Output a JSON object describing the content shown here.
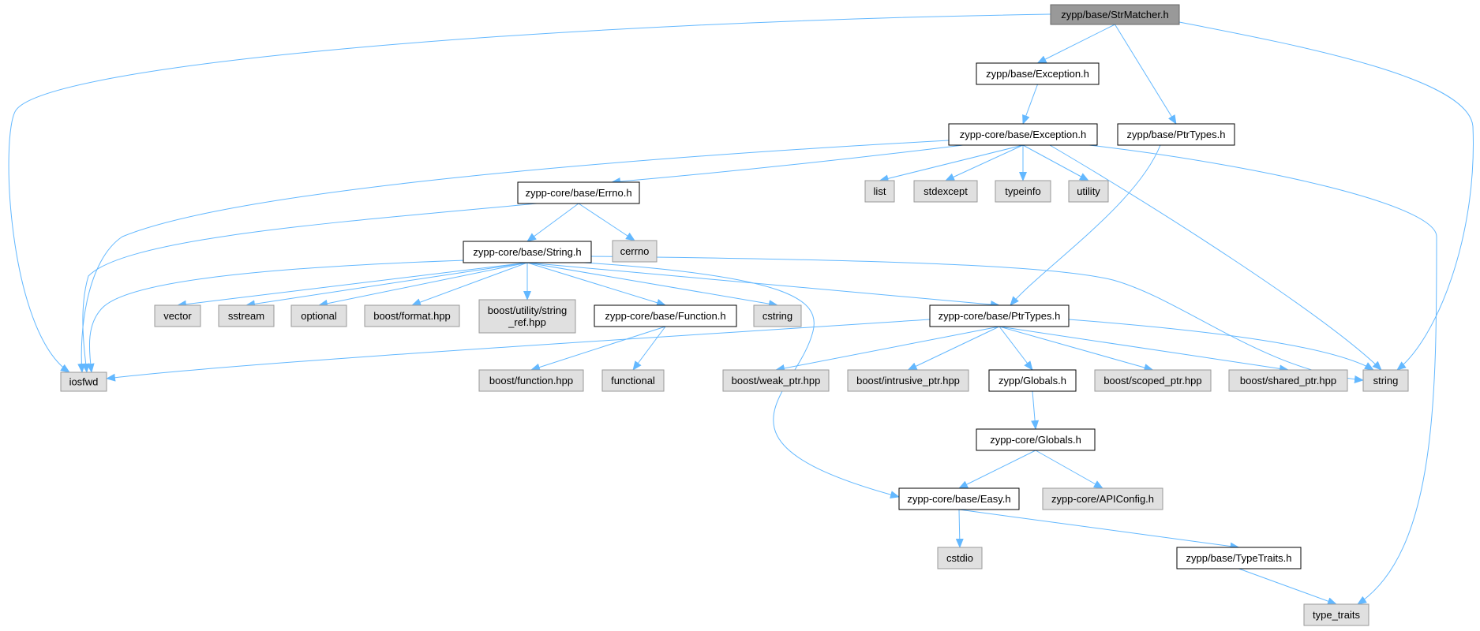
{
  "colors": {
    "root_fill": "#999999",
    "local_fill": "#ffffff",
    "system_fill": "#e0e0e0",
    "local_stroke": "#000000",
    "system_stroke": "#999999",
    "edge": "#63b8ff",
    "text": "#000000"
  },
  "nodes": [
    {
      "id": "strmatcher",
      "kind": "root",
      "lines": [
        "zypp/base/StrMatcher.h"
      ]
    },
    {
      "id": "exc",
      "kind": "local",
      "lines": [
        "zypp/base/Exception.h"
      ]
    },
    {
      "id": "ptr1",
      "kind": "local",
      "lines": [
        "zypp/base/PtrTypes.h"
      ]
    },
    {
      "id": "cexc",
      "kind": "local",
      "lines": [
        "zypp-core/base/Exception.h"
      ]
    },
    {
      "id": "errno",
      "kind": "local",
      "lines": [
        "zypp-core/base/Errno.h"
      ]
    },
    {
      "id": "list",
      "kind": "system",
      "lines": [
        "list"
      ]
    },
    {
      "id": "stdexcept",
      "kind": "system",
      "lines": [
        "stdexcept"
      ]
    },
    {
      "id": "typeinfo",
      "kind": "system",
      "lines": [
        "typeinfo"
      ]
    },
    {
      "id": "utility",
      "kind": "system",
      "lines": [
        "utility"
      ]
    },
    {
      "id": "string_h",
      "kind": "local",
      "lines": [
        "zypp-core/base/String.h"
      ]
    },
    {
      "id": "cerrno",
      "kind": "system",
      "lines": [
        "cerrno"
      ]
    },
    {
      "id": "vector",
      "kind": "system",
      "lines": [
        "vector"
      ]
    },
    {
      "id": "sstream",
      "kind": "system",
      "lines": [
        "sstream"
      ]
    },
    {
      "id": "optional",
      "kind": "system",
      "lines": [
        "optional"
      ]
    },
    {
      "id": "bformat",
      "kind": "system",
      "lines": [
        "boost/format.hpp"
      ]
    },
    {
      "id": "bstrref",
      "kind": "system",
      "lines": [
        "boost/utility/string",
        "_ref.hpp"
      ]
    },
    {
      "id": "cfunc",
      "kind": "local",
      "lines": [
        "zypp-core/base/Function.h"
      ]
    },
    {
      "id": "cstring",
      "kind": "system",
      "lines": [
        "cstring"
      ]
    },
    {
      "id": "cptr",
      "kind": "local",
      "lines": [
        "zypp-core/base/PtrTypes.h"
      ]
    },
    {
      "id": "iosfwd",
      "kind": "system",
      "lines": [
        "iosfwd"
      ]
    },
    {
      "id": "bfunction",
      "kind": "system",
      "lines": [
        "boost/function.hpp"
      ]
    },
    {
      "id": "functional",
      "kind": "system",
      "lines": [
        "functional"
      ]
    },
    {
      "id": "bweak",
      "kind": "system",
      "lines": [
        "boost/weak_ptr.hpp"
      ]
    },
    {
      "id": "bintr",
      "kind": "system",
      "lines": [
        "boost/intrusive_ptr.hpp"
      ]
    },
    {
      "id": "zglob",
      "kind": "local",
      "lines": [
        "zypp/Globals.h"
      ]
    },
    {
      "id": "bscoped",
      "kind": "system",
      "lines": [
        "boost/scoped_ptr.hpp"
      ]
    },
    {
      "id": "bshared",
      "kind": "system",
      "lines": [
        "boost/shared_ptr.hpp"
      ]
    },
    {
      "id": "string",
      "kind": "system",
      "lines": [
        "string"
      ]
    },
    {
      "id": "cglob",
      "kind": "local",
      "lines": [
        "zypp-core/Globals.h"
      ]
    },
    {
      "id": "easy",
      "kind": "local",
      "lines": [
        "zypp-core/base/Easy.h"
      ]
    },
    {
      "id": "apiconf",
      "kind": "system",
      "lines": [
        "zypp-core/APIConfig.h"
      ]
    },
    {
      "id": "cstdio",
      "kind": "system",
      "lines": [
        "cstdio"
      ]
    },
    {
      "id": "ttraits",
      "kind": "local",
      "lines": [
        "zypp/base/TypeTraits.h"
      ]
    },
    {
      "id": "type_traits",
      "kind": "system",
      "lines": [
        "type_traits"
      ]
    }
  ]
}
